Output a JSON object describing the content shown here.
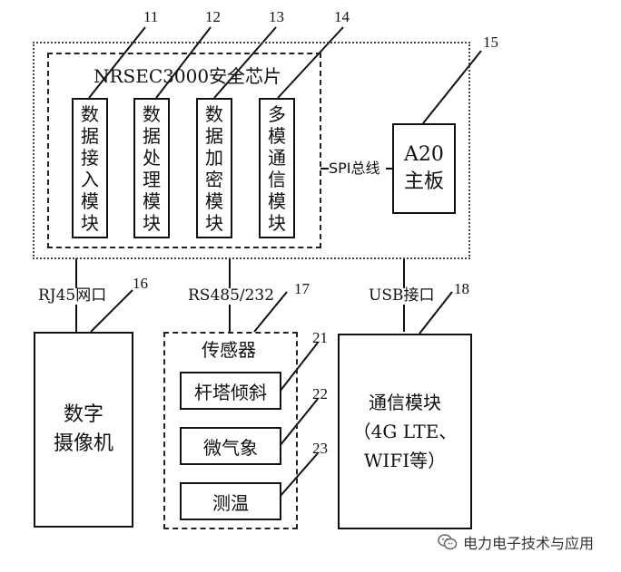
{
  "chip": {
    "title": "NRSEC3000安全芯片"
  },
  "modules": [
    {
      "chars": [
        "数",
        "据",
        "接",
        "入",
        "模",
        "块"
      ]
    },
    {
      "chars": [
        "数",
        "据",
        "处",
        "理",
        "模",
        "块"
      ]
    },
    {
      "chars": [
        "数",
        "据",
        "加",
        "密",
        "模",
        "块"
      ]
    },
    {
      "chars": [
        "多",
        "模",
        "通",
        "信",
        "模",
        "块"
      ]
    }
  ],
  "board": {
    "line1": "A20",
    "line2": "主板"
  },
  "bus": {
    "label": "SPI总线"
  },
  "interfaces": {
    "rj45": "RJ45网口",
    "rs485": "RS485/232",
    "usb": "USB接口"
  },
  "camera": {
    "line1": "数字",
    "line2": "摄像机"
  },
  "sensor": {
    "title": "传感器",
    "items": [
      "杆塔倾斜",
      "微气象",
      "测温"
    ]
  },
  "comm": {
    "line1": "通信模块",
    "line2": "（4G LTE、",
    "line3": "WIFI等）"
  },
  "refs": {
    "r11": "11",
    "r12": "12",
    "r13": "13",
    "r14": "14",
    "r15": "15",
    "r16": "16",
    "r17": "17",
    "r18": "18",
    "r21": "21",
    "r22": "22",
    "r23": "23"
  },
  "watermark": {
    "text": "电力电子技术与应用"
  }
}
